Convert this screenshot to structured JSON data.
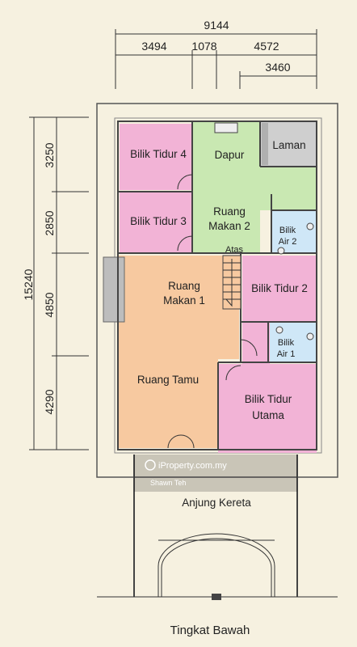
{
  "colors": {
    "background": "#f6f1e0",
    "bedroom": "#f2b3d6",
    "kitchen": "#c9e8b2",
    "living": "#f7c9a0",
    "bathroom": "#cfe7f7",
    "yard": "#cfcfcf"
  },
  "dimensions": {
    "total_width": "9144",
    "w1": "3494",
    "w2": "1078",
    "w3": "4572",
    "w4": "3460",
    "total_depth": "15240",
    "d1": "3250",
    "d2": "2850",
    "d3": "4850",
    "d4": "4290"
  },
  "rooms": {
    "bilik_tidur_4": "Bilik Tidur 4",
    "bilik_tidur_3": "Bilik Tidur 3",
    "dapur": "Dapur",
    "laman": "Laman",
    "ruang_makan_2_line1": "Ruang",
    "ruang_makan_2_line2": "Makan 2",
    "bilik_air_2_line1": "Bilik",
    "bilik_air_2_line2": "Air 2",
    "atas": "Atas",
    "ruang_makan_1_line1": "Ruang",
    "ruang_makan_1_line2": "Makan 1",
    "bilik_tidur_2": "Bilik Tidur 2",
    "bilik_air_1_line1": "Bilik",
    "bilik_air_1_line2": "Air 1",
    "ruang_tamu": "Ruang Tamu",
    "bilik_tidur_utama_line1": "Bilik Tidur",
    "bilik_tidur_utama_line2": "Utama",
    "anjung_kereta": "Anjung Kereta"
  },
  "watermark": {
    "site": "iProperty.com.my",
    "author": "Shawn Teh"
  },
  "title": "Tingkat Bawah"
}
